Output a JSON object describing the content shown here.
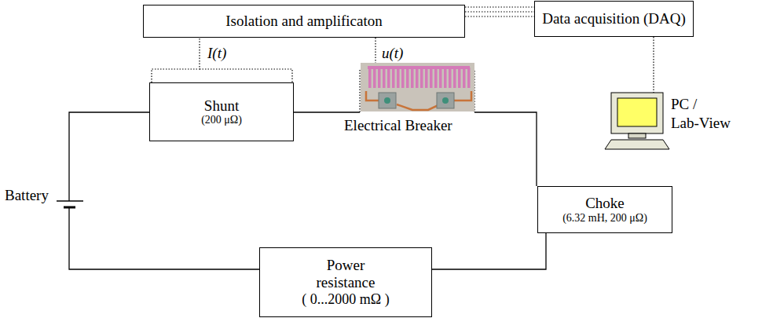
{
  "diagram": {
    "nodes": [
      {
        "text": [
          "Isolation and amplificaton"
        ]
      },
      {
        "text": [
          "Data acquisition (DAQ)"
        ]
      },
      {
        "text": [
          "Shunt",
          "(200 μΩ)"
        ]
      },
      {
        "text": [
          "Choke",
          "(6.32 mH, 200 μΩ)"
        ]
      },
      {
        "text": [
          "Power resistance",
          "( 0...2000 mΩ )"
        ]
      }
    ],
    "edges": [
      {
        "from": 2,
        "to": 0,
        "arrow": "none",
        "label": "I(t)"
      },
      {
        "from": 0,
        "to": 1,
        "arrow": "none"
      },
      {
        "from": 3,
        "to": 4,
        "arrow": "none"
      }
    ],
    "labels": [
      "u(t)",
      "Electrical Breaker",
      "Battery",
      "PC /",
      "Lab-View"
    ]
  }
}
